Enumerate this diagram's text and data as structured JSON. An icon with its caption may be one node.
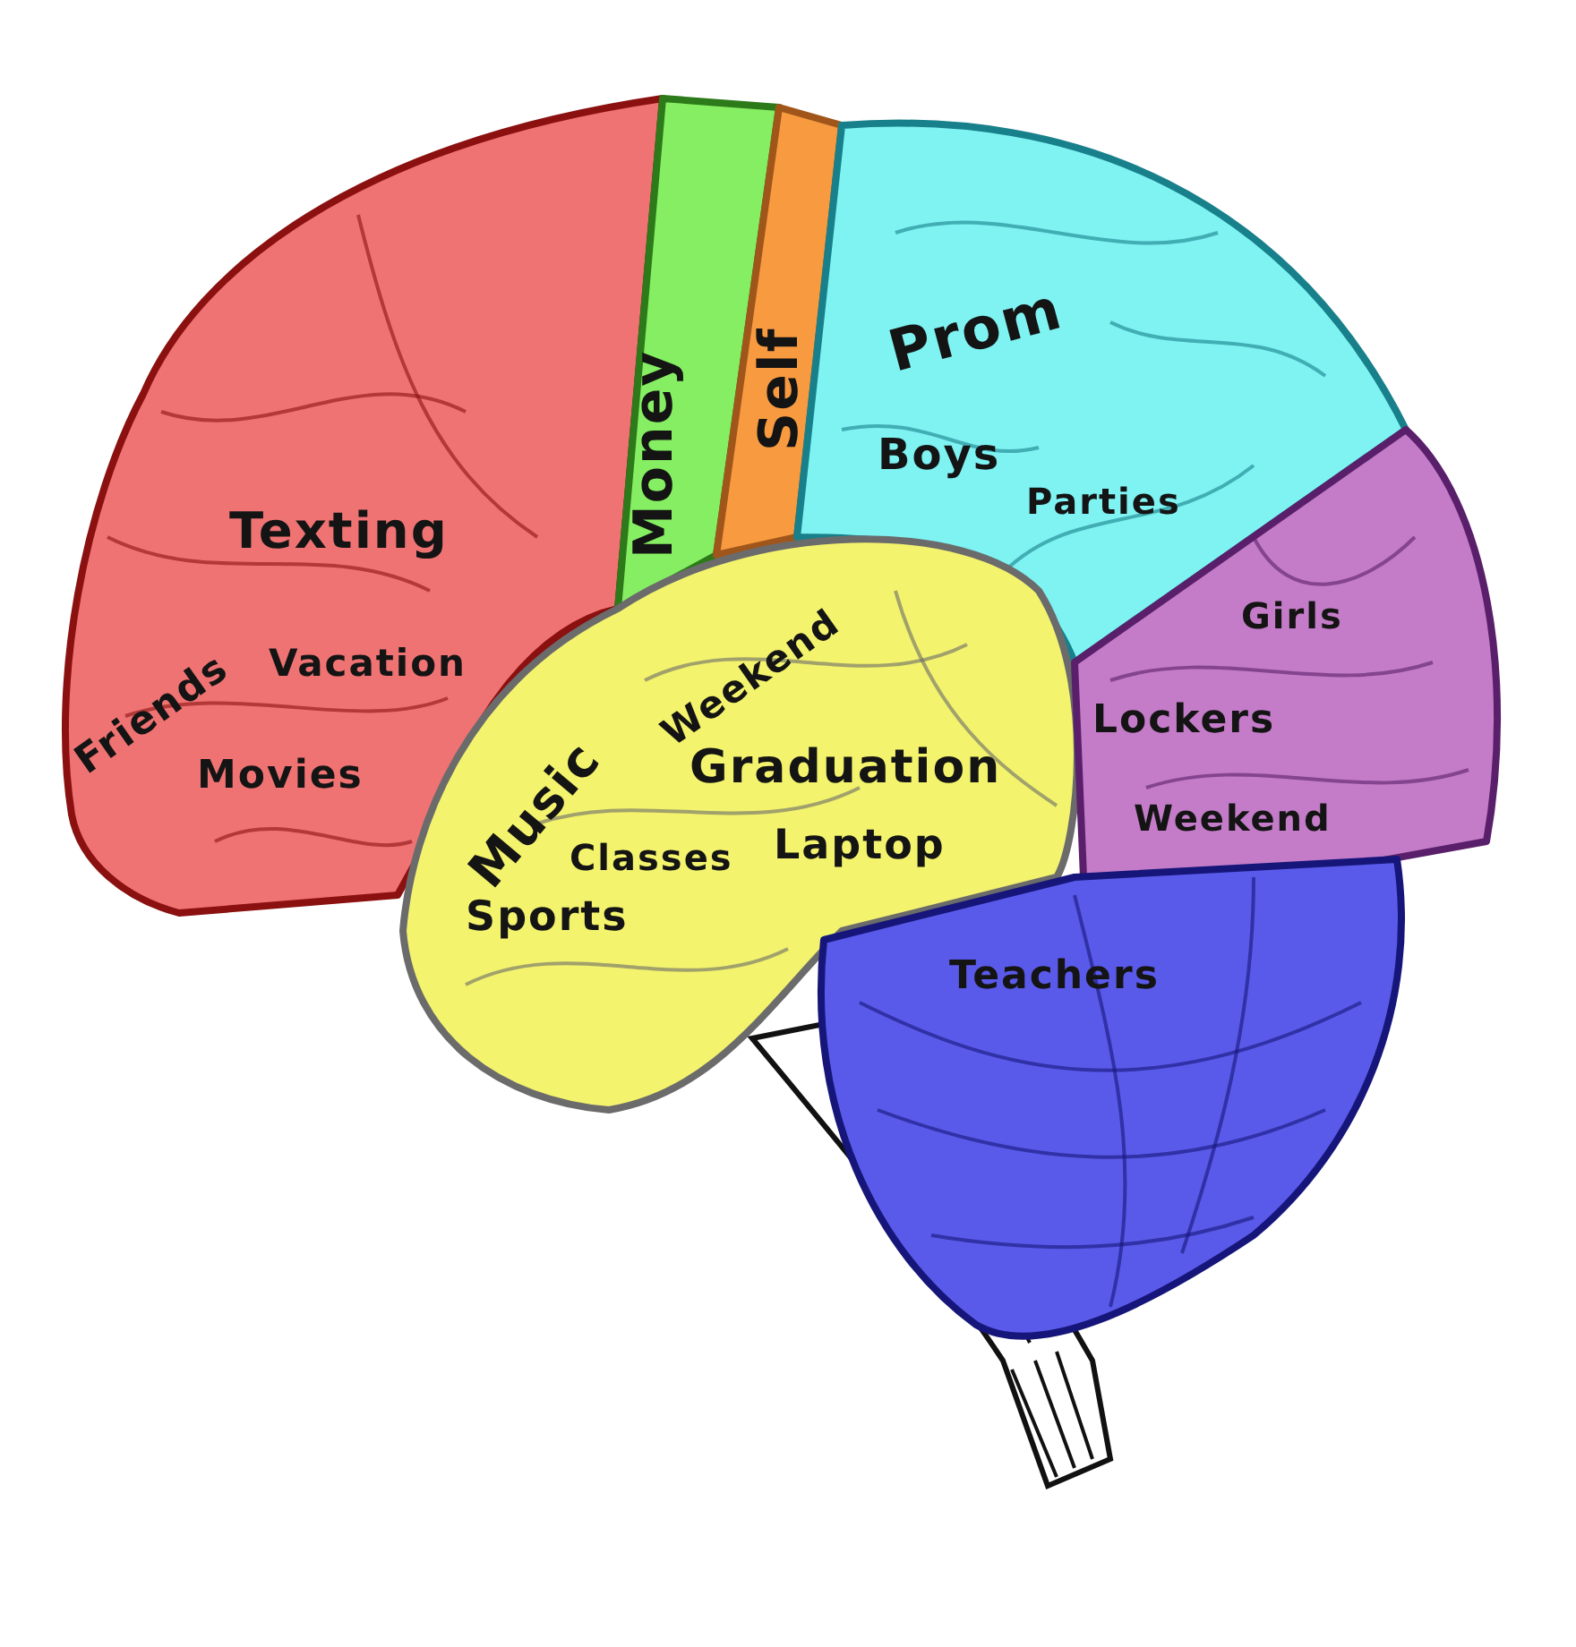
{
  "diagram": {
    "nodes": [
      {
        "text": [
          "Texting",
          "Friends",
          "Vacation",
          "Movies"
        ]
      },
      {
        "text": [
          "Money"
        ]
      },
      {
        "text": [
          "Self"
        ]
      },
      {
        "text": [
          "Prom",
          "Boys",
          "Parties"
        ]
      },
      {
        "text": [
          "Music",
          "Weekend",
          "Graduation",
          "Classes",
          "Laptop",
          "Sports"
        ]
      },
      {
        "text": [
          "Girls",
          "Lockers",
          "Weekend"
        ]
      },
      {
        "text": [
          "Teachers"
        ]
      }
    ]
  }
}
